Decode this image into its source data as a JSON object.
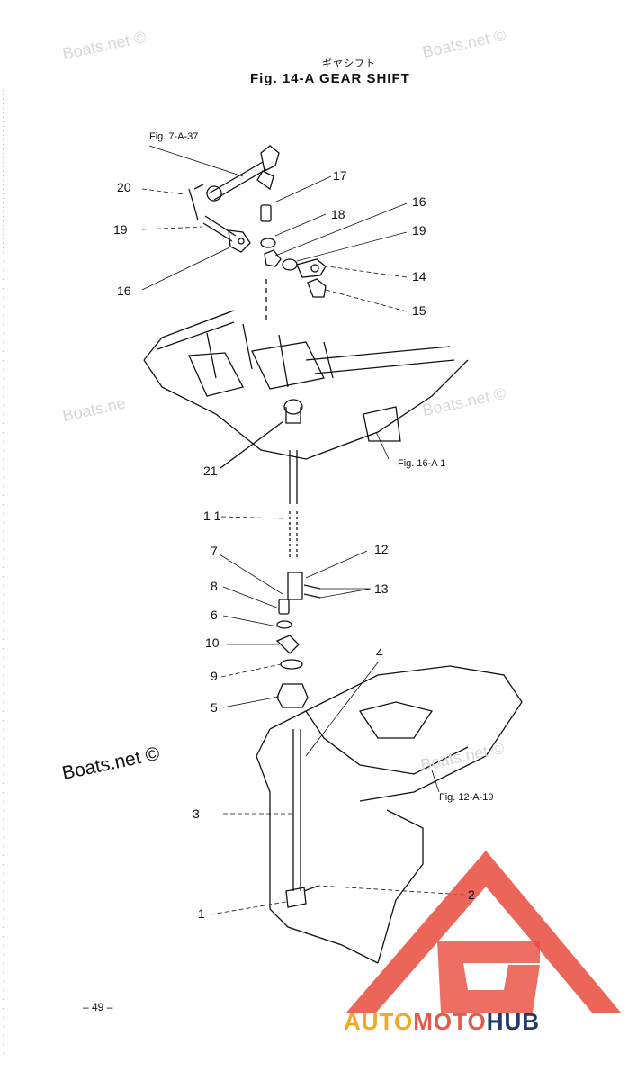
{
  "header": {
    "jp_title": "ギヤシフト",
    "title": "Fig. 14-A   GEAR SHIFT"
  },
  "refs": {
    "fig7": "Fig. 7-A-37",
    "fig16": "Fig. 16-A 1",
    "fig12": "Fig. 12-A-19"
  },
  "parts": {
    "p1": "1",
    "p2": "2",
    "p3": "3",
    "p4": "4",
    "p5": "5",
    "p6": "6",
    "p7": "7",
    "p8": "8",
    "p9": "9",
    "p10": "10",
    "p11": "1 1",
    "p12": "12",
    "p13": "13",
    "p14": "14",
    "p15": "15",
    "p16a": "16",
    "p16b": "16",
    "p17": "17",
    "p18": "18",
    "p19a": "19",
    "p19b": "19",
    "p20": "20",
    "p21": "21"
  },
  "watermarks": {
    "w1": "Boats.net ©",
    "w2": "Boats.net ©",
    "w3": "Boats.ne",
    "w4": "Boats.net ©",
    "w5": "Boats.net ©",
    "w6": "Boats.net ©"
  },
  "footer": {
    "page": "– 49 –",
    "brand_auto": "AUTO",
    "brand_moto": "MOTO",
    "brand_hub": "HUB"
  },
  "colors": {
    "brand_auto": "#f6a623",
    "brand_moto": "#e25c4e",
    "brand_hub": "#233a6b",
    "logo_red": "#e84a3c"
  }
}
